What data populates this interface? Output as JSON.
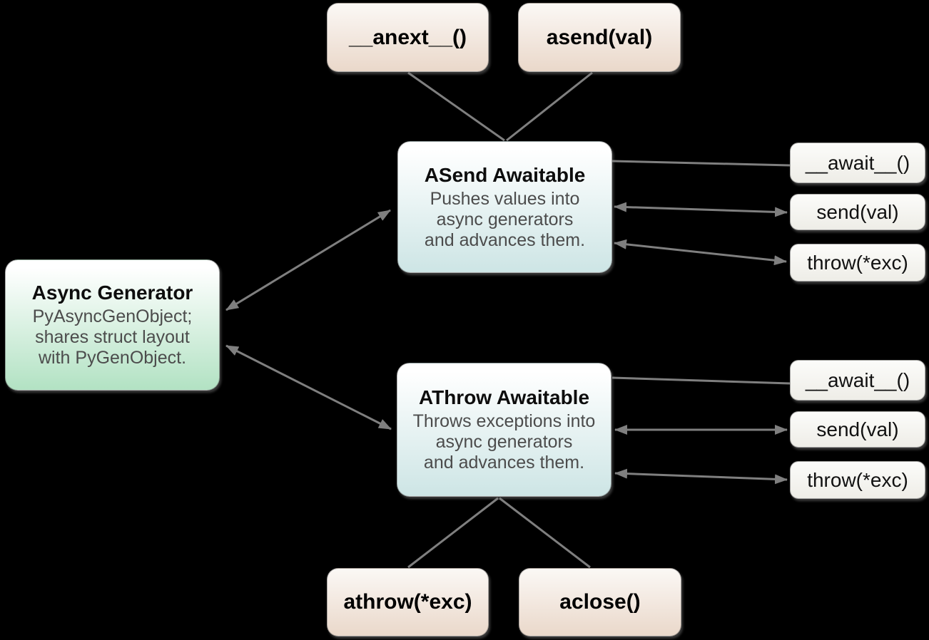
{
  "nodes": {
    "anext": {
      "label": "__anext__()"
    },
    "asend": {
      "label": "asend(val)"
    },
    "asend_awaitable": {
      "title": "ASend Awaitable",
      "body": [
        "Pushes values into",
        "async generators",
        "and advances them."
      ]
    },
    "async_generator": {
      "title": "Async Generator",
      "body": [
        "PyAsyncGenObject;",
        "shares struct layout",
        "with PyGenObject."
      ]
    },
    "athrow_awaitable": {
      "title": "AThrow Awaitable",
      "body": [
        "Throws exceptions into",
        "async generators",
        "and advances them."
      ]
    },
    "await_top": {
      "label": "__await__()"
    },
    "send_top": {
      "label": "send(val)"
    },
    "throw_top": {
      "label": "throw(*exc)"
    },
    "await_bottom": {
      "label": "__await__()"
    },
    "send_bottom": {
      "label": "send(val)"
    },
    "throw_bottom": {
      "label": "throw(*exc)"
    },
    "athrow": {
      "label": "athrow(*exc)"
    },
    "aclose": {
      "label": "aclose()"
    }
  },
  "edges": [
    {
      "from": "__anext__()",
      "to": "ASend Awaitable",
      "style": "line"
    },
    {
      "from": "asend(val)",
      "to": "ASend Awaitable",
      "style": "line"
    },
    {
      "from": "ASend Awaitable",
      "to": "__await__()",
      "style": "line"
    },
    {
      "from": "ASend Awaitable",
      "to": "send(val)",
      "style": "bidirectional-arrow"
    },
    {
      "from": "ASend Awaitable",
      "to": "throw(*exc)",
      "style": "bidirectional-arrow"
    },
    {
      "from": "Async Generator",
      "to": "ASend Awaitable",
      "style": "bidirectional-arrow"
    },
    {
      "from": "Async Generator",
      "to": "AThrow Awaitable",
      "style": "bidirectional-arrow"
    },
    {
      "from": "AThrow Awaitable",
      "to": "__await__()",
      "style": "line"
    },
    {
      "from": "AThrow Awaitable",
      "to": "send(val)",
      "style": "bidirectional-arrow"
    },
    {
      "from": "AThrow Awaitable",
      "to": "throw(*exc)",
      "style": "bidirectional-arrow"
    },
    {
      "from": "AThrow Awaitable",
      "to": "athrow(*exc)",
      "style": "line"
    },
    {
      "from": "AThrow Awaitable",
      "to": "aclose()",
      "style": "line"
    }
  ],
  "colors": {
    "background": "#000000",
    "connector": "#7f7f7f",
    "method_box_top": "#fbf8f5",
    "method_box_bottom": "#ead8ca",
    "awaitable_box_top": "#ffffff",
    "awaitable_box_bottom": "#cde5e5",
    "generator_box_top": "#ffffff",
    "generator_box_bottom": "#b2e2c3",
    "dunder_box_top": "#fcfcfa",
    "dunder_box_bottom": "#eeede7",
    "body_text": "#4c4c4c"
  }
}
